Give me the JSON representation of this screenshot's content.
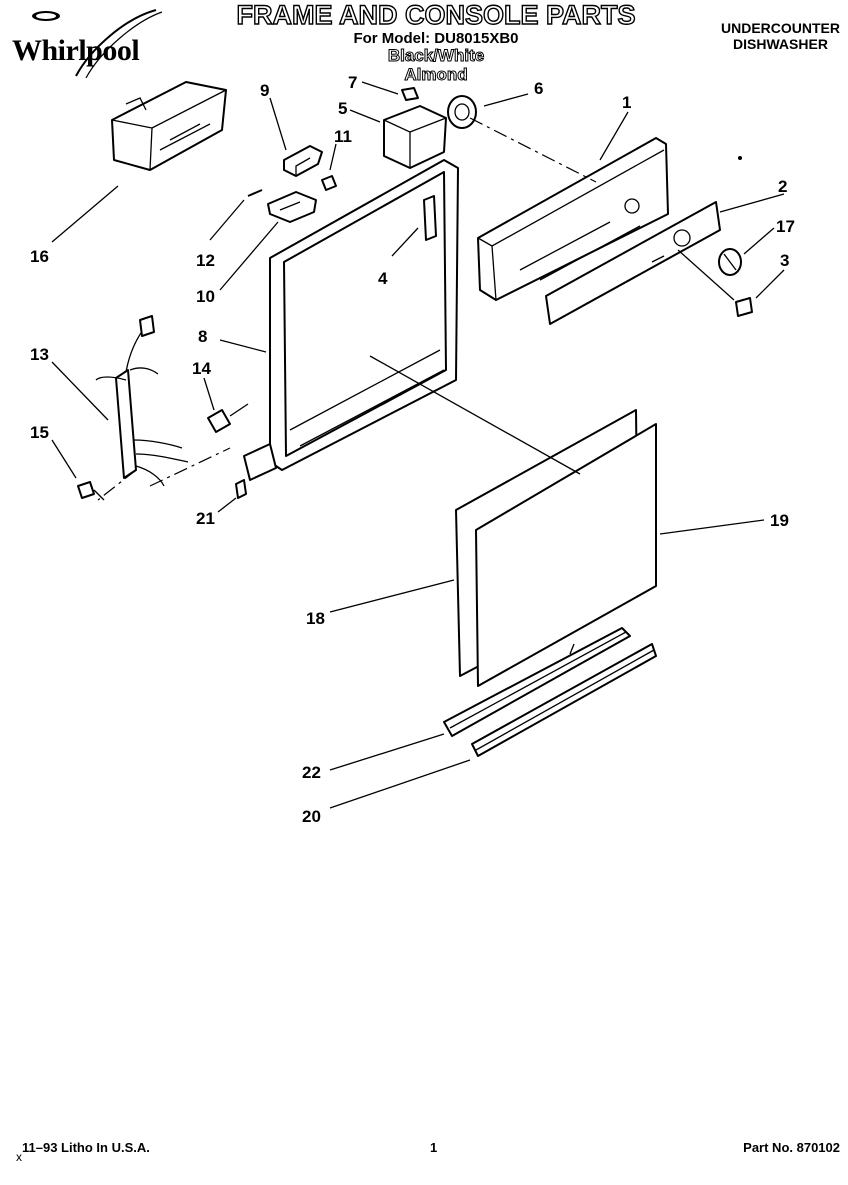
{
  "header": {
    "brand": "Whirlpool",
    "title": "FRAME AND CONSOLE PARTS",
    "model_line": "For Model: DU8015XB0",
    "color1": "Black/White",
    "color2": "Almond",
    "product_line1": "UNDERCOUNTER",
    "product_line2": "DISHWASHER"
  },
  "callouts": [
    {
      "id": "c1",
      "label": "1"
    },
    {
      "id": "c2",
      "label": "2"
    },
    {
      "id": "c3",
      "label": "3"
    },
    {
      "id": "c4",
      "label": "4"
    },
    {
      "id": "c5",
      "label": "5"
    },
    {
      "id": "c6",
      "label": "6"
    },
    {
      "id": "c7",
      "label": "7"
    },
    {
      "id": "c8",
      "label": "8"
    },
    {
      "id": "c9",
      "label": "9"
    },
    {
      "id": "c10",
      "label": "10"
    },
    {
      "id": "c11",
      "label": "11"
    },
    {
      "id": "c12",
      "label": "12"
    },
    {
      "id": "c13",
      "label": "13"
    },
    {
      "id": "c14",
      "label": "14"
    },
    {
      "id": "c15",
      "label": "15"
    },
    {
      "id": "c16",
      "label": "16"
    },
    {
      "id": "c17",
      "label": "17"
    },
    {
      "id": "c18",
      "label": "18"
    },
    {
      "id": "c19",
      "label": "19"
    },
    {
      "id": "c20",
      "label": "20"
    },
    {
      "id": "c21",
      "label": "21"
    },
    {
      "id": "c22",
      "label": "22"
    }
  ],
  "footer": {
    "mark": "x",
    "litho": "11–93 Litho In U.S.A.",
    "page_number": "1",
    "part_number": "Part No. 870102"
  }
}
